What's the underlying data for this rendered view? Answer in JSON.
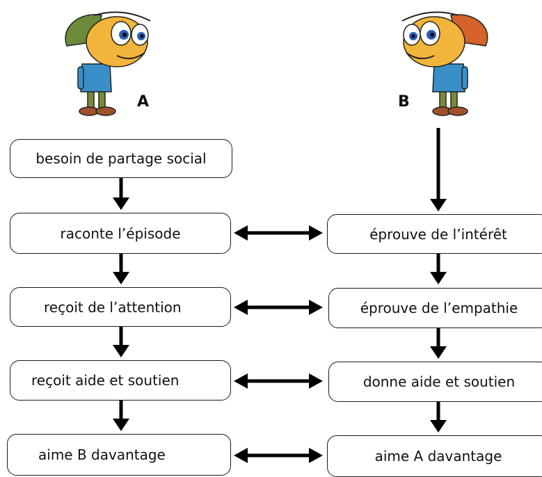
{
  "people": {
    "a": {
      "label": "A",
      "cap_color": "#6b8a3a"
    },
    "b": {
      "label": "B",
      "cap_color": "#d4622a"
    }
  },
  "left_column": [
    "besoin de partage social",
    "raconte l’épisode",
    "reçoit de l’attention",
    "reçoit aide et soutien",
    "aime B davantage"
  ],
  "right_column": [
    "éprouve de l’intérêt",
    "éprouve de l’empathie",
    "donne aide et soutien",
    "aime A davantage"
  ]
}
